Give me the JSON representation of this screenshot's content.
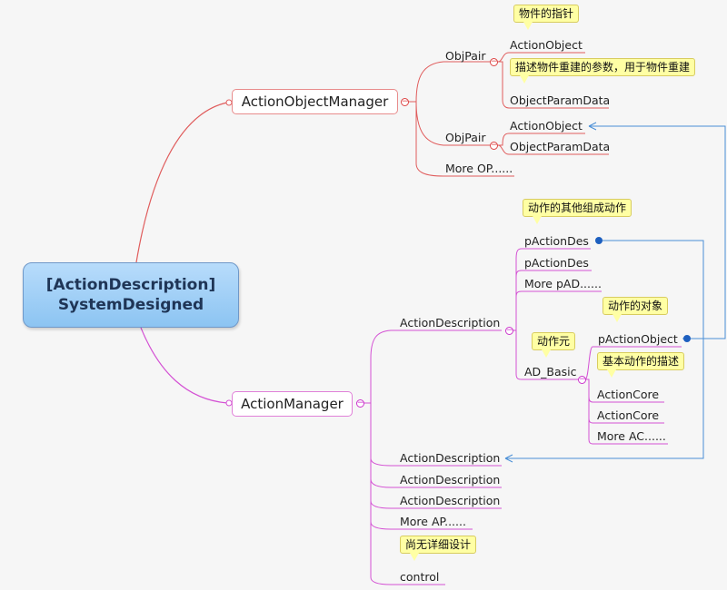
{
  "root": {
    "line1": "[ActionDescription]",
    "line2": "SystemDesigned"
  },
  "aom": {
    "title": "ActionObjectManager",
    "pair1": {
      "label": "ObjPair",
      "child1": "ActionObject",
      "child2": "ObjectParamData",
      "note1": "物件的指针",
      "note2": "描述物件重建的参数，用于物件重建"
    },
    "pair2": {
      "label": "ObjPair",
      "child1": "ActionObject",
      "child2": "ObjectParamData"
    },
    "more": "More OP......"
  },
  "am": {
    "title": "ActionManager",
    "desc1": {
      "label": "ActionDescription",
      "note_children": "动作的其他组成动作",
      "pad1": "pActionDes",
      "pad2": "pActionDes",
      "more_pad": "More pAD......",
      "basic": {
        "label": "AD_Basic",
        "note": "动作元",
        "pobj": "pActionObject",
        "note_pobj": "动作的对象",
        "note_core": "基本动作的描述",
        "core1": "ActionCore",
        "core2": "ActionCore",
        "more_ac": "More AC......"
      }
    },
    "desc2": "ActionDescription",
    "desc3": "ActionDescription",
    "desc4": "ActionDescription",
    "more_ap": "More AP......",
    "control": "control",
    "note_control": "尚无详细设计"
  },
  "colors": {
    "red_branch": "#e05c5c",
    "pink_branch": "#d451d4",
    "link": "#4a8fd6",
    "note_bg": "#ffffa4"
  }
}
